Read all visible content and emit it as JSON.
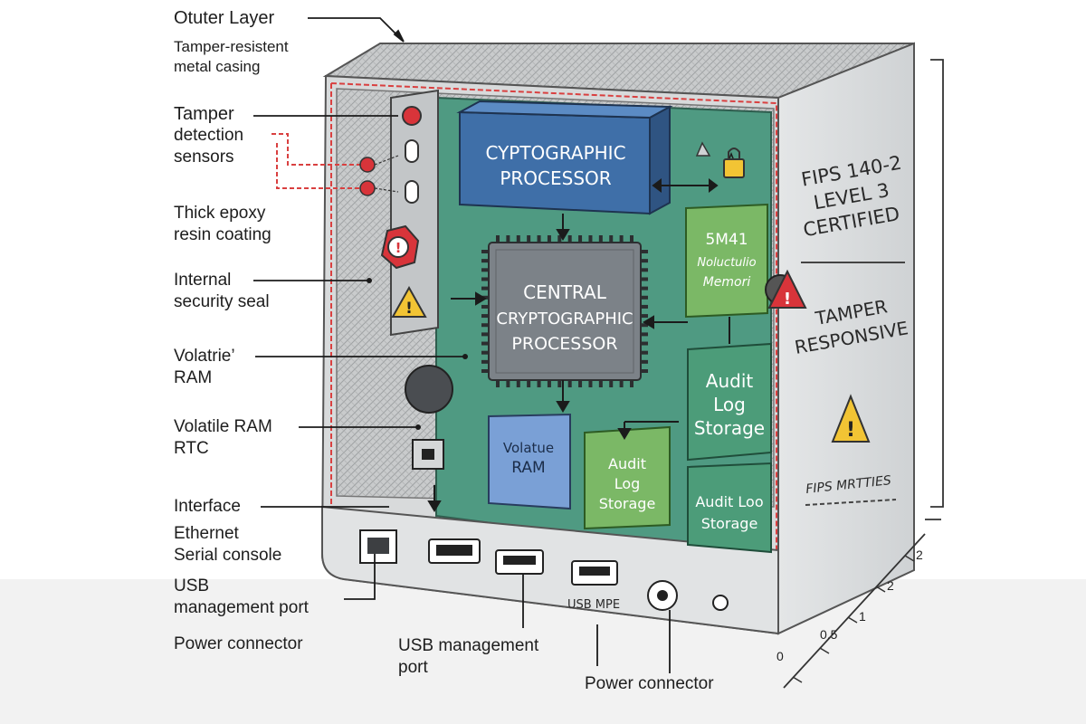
{
  "callouts": {
    "outer_layer": "Otuter Layer",
    "outer_layer_desc1": "Tamper-resistent",
    "outer_layer_desc2": "metal casing",
    "tamper_1": "Tamper",
    "tamper_2": "detection",
    "tamper_3": "sensors",
    "epoxy_1": "Thick epoxy",
    "epoxy_2": "resin coating",
    "seal_1": "Internal",
    "seal_2": "security seal",
    "vram_1": "Volatrie’",
    "vram_2": "RAM",
    "rtc_1": "Volatile RAM",
    "rtc_2": "RTC",
    "interface": "Interface",
    "ethernet": "Ethernet",
    "serial": "Serial console",
    "usb_left_1": "USB",
    "usb_left_2": "management port",
    "power_left": "Power connector",
    "usb_bottom_1": "USB management",
    "usb_bottom_2": "port",
    "power_bottom": "Power connector"
  },
  "modules": {
    "crypto_1": "CYPTOGRAPHIC",
    "crypto_2": "PROCESSOR",
    "central_1": "CENTRAL",
    "central_2": "CRYPTOGRAPHIC",
    "central_3": "PROCESSOR",
    "nvm_1": "5M41",
    "nvm_2": "Noluctulio",
    "nvm_3": "Memori",
    "audit_right_1": "Audit",
    "audit_right_2": "Log",
    "audit_right_3": "Storage",
    "vram_1": "Volatue",
    "vram_2": "RAM",
    "audit_mid_1": "Audit",
    "audit_mid_2": "Log",
    "audit_mid_3": "Storage",
    "audit_low_1": "Audit Loo",
    "audit_low_2": "Storage"
  },
  "side_panel": {
    "cert_1": "FIPS 140-2",
    "cert_2": "LEVEL 3",
    "cert_3": "CERTIFIED",
    "tamper_1": "TAMPER",
    "tamper_2": "RESPONSIVE",
    "fips_note": "FIPS MRTTIES"
  },
  "ports": {
    "usb_label": "USB MPE"
  },
  "scale": {
    "ticks": [
      "2",
      "2",
      "1",
      "0.5",
      "0"
    ]
  },
  "colors": {
    "board": "#4f9a82",
    "crypto_block": "#3f6fa8",
    "chip": "#7c8288",
    "nvm_block": "#7bb866",
    "audit_block": "#4c9c79",
    "warning": "#f2c434",
    "alert_red": "#d8343a",
    "tamper_line": "#d94040"
  }
}
